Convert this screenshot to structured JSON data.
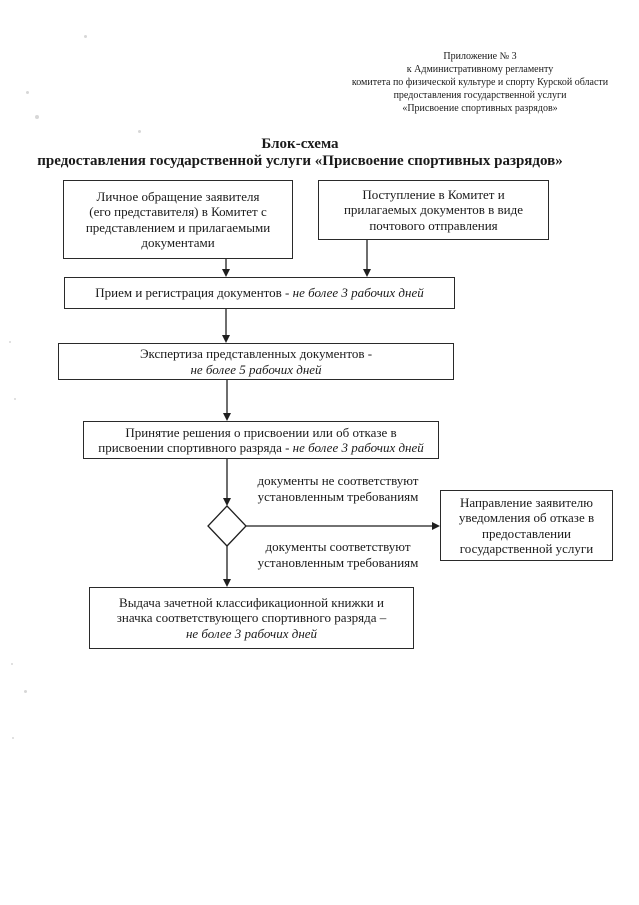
{
  "colors": {
    "ink": "#1a1a1a",
    "paper": "#ffffff"
  },
  "appendix_header": {
    "lines": [
      "Приложение № 3",
      "к Административному регламенту",
      "комитета по физической культуре и спорту Курской области",
      "предоставления государственной услуги",
      "«Присвоение спортивных разрядов»"
    ]
  },
  "title": {
    "line1": "Блок-схема",
    "line2": "предоставления государственной услуги «Присвоение спортивных разрядов»"
  },
  "nodes": {
    "personal": {
      "lines": [
        "Личное обращение заявителя",
        "(его представителя) в Комитет с",
        "представлением и прилагаемыми",
        "документами"
      ]
    },
    "mail": {
      "lines": [
        "Поступление в Комитет и",
        "прилагаемых документов в виде",
        "почтового отправления"
      ]
    },
    "reception": {
      "normal": "Прием и регистрация  документов - ",
      "italic": "не более 3 рабочих дней"
    },
    "expertise": {
      "normal": "Экспертиза представленных документов -",
      "italic": "не более 5 рабочих дней"
    },
    "decision": {
      "line1": "Принятие решения о присвоении или об отказе в",
      "line2_normal": "присвоении спортивного разряда - ",
      "line2_italic": "не более 3 рабочих дней"
    },
    "refusal": {
      "lines": [
        "Направление заявителю",
        "уведомления об отказе в",
        "предоставлении",
        "государственной услуги"
      ]
    },
    "issue": {
      "line1": "Выдача зачетной классификационной книжки и",
      "line2": "значка соответствующего спортивного разряда –",
      "line3_italic": "не более 3 рабочих дней"
    }
  },
  "branch_labels": {
    "not_conform": {
      "line1": "документы  не соответствуют",
      "line2": "установленным требованиям"
    },
    "conform": {
      "line1": "документы соответствуют",
      "line2": "установленным требованиям"
    }
  }
}
